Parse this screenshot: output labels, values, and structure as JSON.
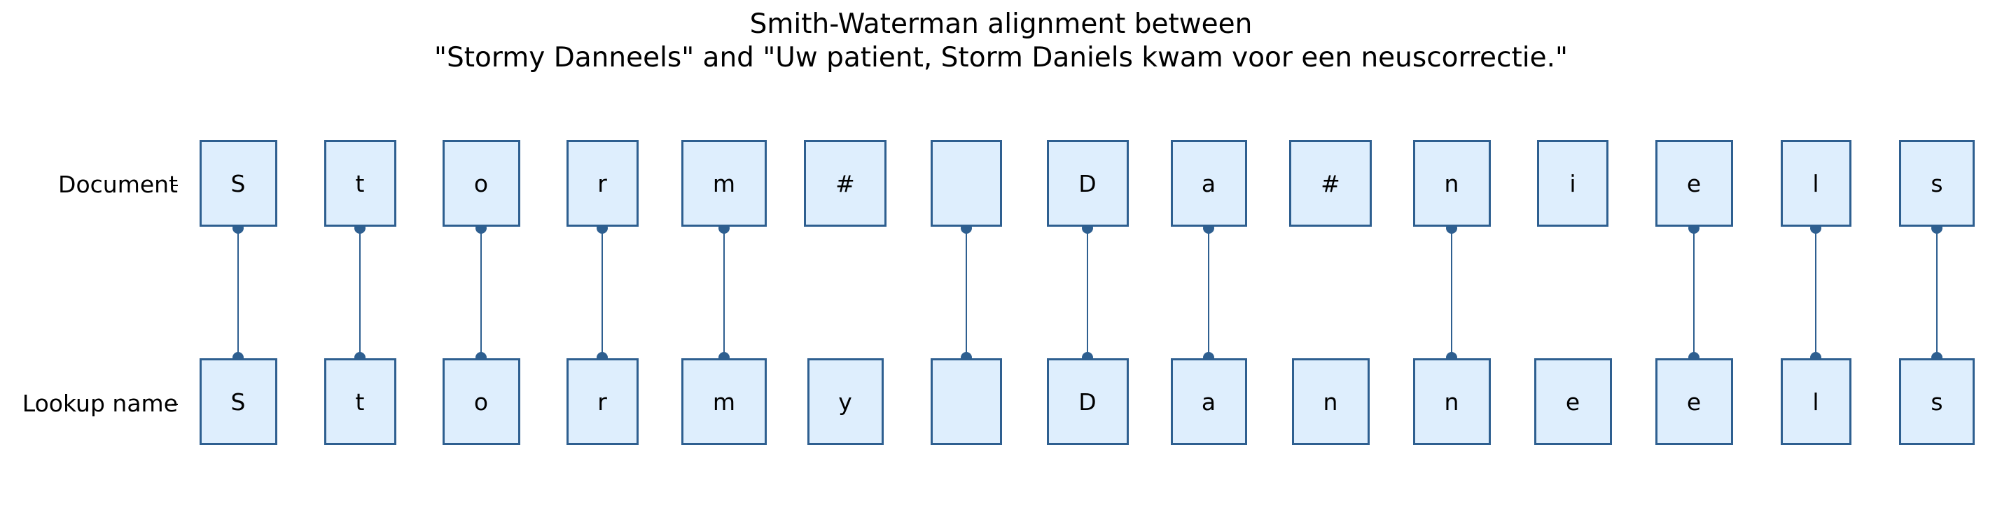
{
  "title": {
    "line1": "Smith-Waterman alignment between",
    "line2": "\"Stormy Danneels\" and \"Uw patient, Storm Daniels kwam voor een neuscorrectie.\""
  },
  "rows": {
    "document_label": "Document",
    "lookup_label": "Lookup name"
  },
  "colors": {
    "box_fill": "#deeefd",
    "box_border": "#2e5f90",
    "link": "#2e5f90"
  },
  "alignment": [
    {
      "doc": "S",
      "lookup": "S",
      "linked": true
    },
    {
      "doc": "t",
      "lookup": "t",
      "linked": true
    },
    {
      "doc": "o",
      "lookup": "o",
      "linked": true
    },
    {
      "doc": "r",
      "lookup": "r",
      "linked": true
    },
    {
      "doc": "m",
      "lookup": "m",
      "linked": true
    },
    {
      "doc": "#",
      "lookup": "y",
      "linked": false
    },
    {
      "doc": " ",
      "lookup": " ",
      "linked": true
    },
    {
      "doc": "D",
      "lookup": "D",
      "linked": true
    },
    {
      "doc": "a",
      "lookup": "a",
      "linked": true
    },
    {
      "doc": "#",
      "lookup": "n",
      "linked": false
    },
    {
      "doc": "n",
      "lookup": "n",
      "linked": true
    },
    {
      "doc": "i",
      "lookup": "e",
      "linked": false
    },
    {
      "doc": "e",
      "lookup": "e",
      "linked": true
    },
    {
      "doc": "l",
      "lookup": "l",
      "linked": true
    },
    {
      "doc": "s",
      "lookup": "s",
      "linked": true
    }
  ]
}
